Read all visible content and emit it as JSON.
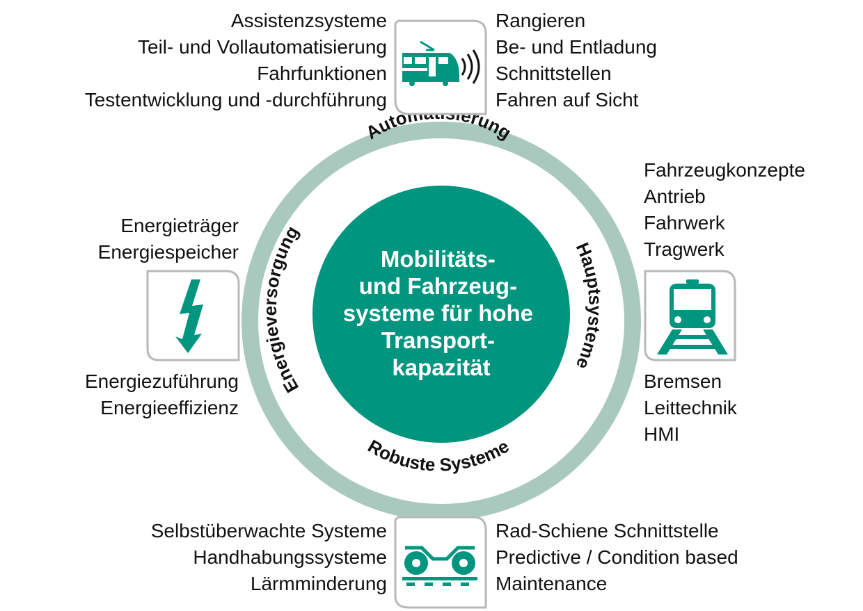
{
  "center_title": [
    "Mobilitäts-",
    "und Fahrzeug-",
    "systeme für hohe",
    "Transport-",
    "kapazität"
  ],
  "ring_labels": {
    "top": "Automatisierung",
    "right": "Hauptsysteme",
    "bottom": "Robuste Systeme",
    "left": "Energieversorgung"
  },
  "top_left_items": [
    "Assistenzsysteme",
    "Teil- und Vollautomatisierung",
    "Fahrfunktionen",
    "Testentwicklung und -durchführung"
  ],
  "top_right_items": [
    "Rangieren",
    "Be- und Entladung",
    "Schnittstellen",
    "Fahren auf Sicht"
  ],
  "right_top_items": [
    "Fahrzeugkonzepte",
    "Antrieb",
    "Fahrwerk",
    "Tragwerk"
  ],
  "right_bottom_items": [
    "Bremsen",
    "Leittechnik",
    "HMI"
  ],
  "left_top_items": [
    "Energieträger",
    "Energiespeicher"
  ],
  "left_bottom_items": [
    "Energiezuführung",
    "Energieeffizienz"
  ],
  "bottom_left_items": [
    "Selbstüberwachte Systeme",
    "Handhabungssysteme",
    "Lärmminderung"
  ],
  "bottom_right_items": [
    "Rad-Schiene Schnittstelle",
    "Predictive / Condition based",
    "Maintenance"
  ],
  "icons": {
    "top": "tram-with-signal-waves-icon",
    "left": "lightning-bolt-icon",
    "right": "train-front-on-track-icon",
    "bottom": "bogie-wheels-on-rail-icon"
  },
  "colors": {
    "teal": "#00957f",
    "ring": "#a9c9bf",
    "box_border": "#b8b8b8",
    "text": "#111111"
  }
}
